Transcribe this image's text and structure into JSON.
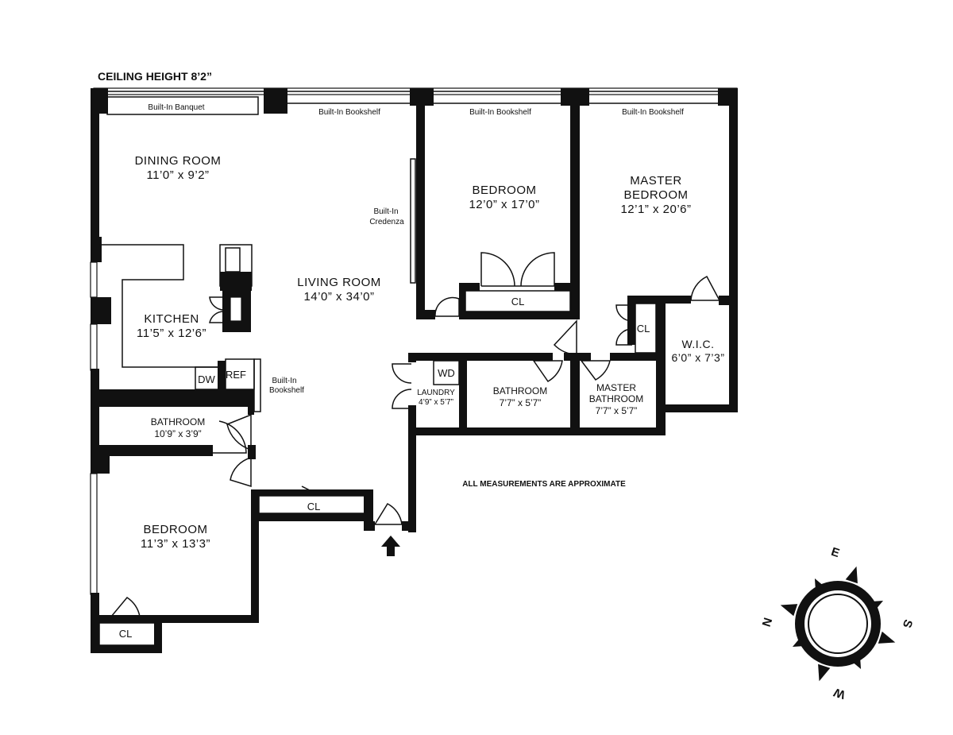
{
  "ceiling_height": "CEILING HEIGHT 8’2”",
  "note": "ALL MEASUREMENTS ARE APPROXIMATE",
  "rooms": {
    "dining": {
      "name": "DINING ROOM",
      "dims": "11’0” x 9’2”"
    },
    "living": {
      "name": "LIVING ROOM",
      "dims": "14’0” x 34’0”"
    },
    "kitchen": {
      "name": "KITCHEN",
      "dims": "11’5” x 12’6”"
    },
    "bedroom_1": {
      "name": "BEDROOM",
      "dims": "12’0” x 17’0”"
    },
    "master_bedroom": {
      "name_line1": "MASTER",
      "name_line2": "BEDROOM",
      "dims": "12’1” x 20’6”"
    },
    "wic": {
      "name": "W.I.C.",
      "dims": "6’0” x 7’3”"
    },
    "bathroom_1": {
      "name": "BATHROOM",
      "dims": "10’9” x 3’9”"
    },
    "bedroom_2": {
      "name": "BEDROOM",
      "dims": "11’3” x 13’3”"
    },
    "laundry": {
      "name": "LAUNDRY",
      "dims": "4’9” x 5’7”"
    },
    "bathroom_2": {
      "name": "BATHROOM",
      "dims": "7’7” x 5’7”"
    },
    "master_bathroom": {
      "name_line1": "MASTER",
      "name_line2": "BATHROOM",
      "dims": "7’7” x 5’7”"
    }
  },
  "labels": {
    "builtin_banquet": "Built-In Banquet",
    "builtin_bookshelf": "Built-In Bookshelf",
    "builtin_credenza_1": "Built-In",
    "builtin_credenza_2": "Credenza",
    "builtin_bookshelf_kitchen_1": "Built-In",
    "builtin_bookshelf_kitchen_2": "Bookshelf",
    "closet": "CL",
    "dishwasher": "DW",
    "refrigerator": "REF",
    "washer_dryer": "WD"
  },
  "compass": {
    "east": "E",
    "south": "S",
    "west": "W",
    "north": "N"
  },
  "colors": {
    "walls": "#111111",
    "background": "#ffffff"
  }
}
